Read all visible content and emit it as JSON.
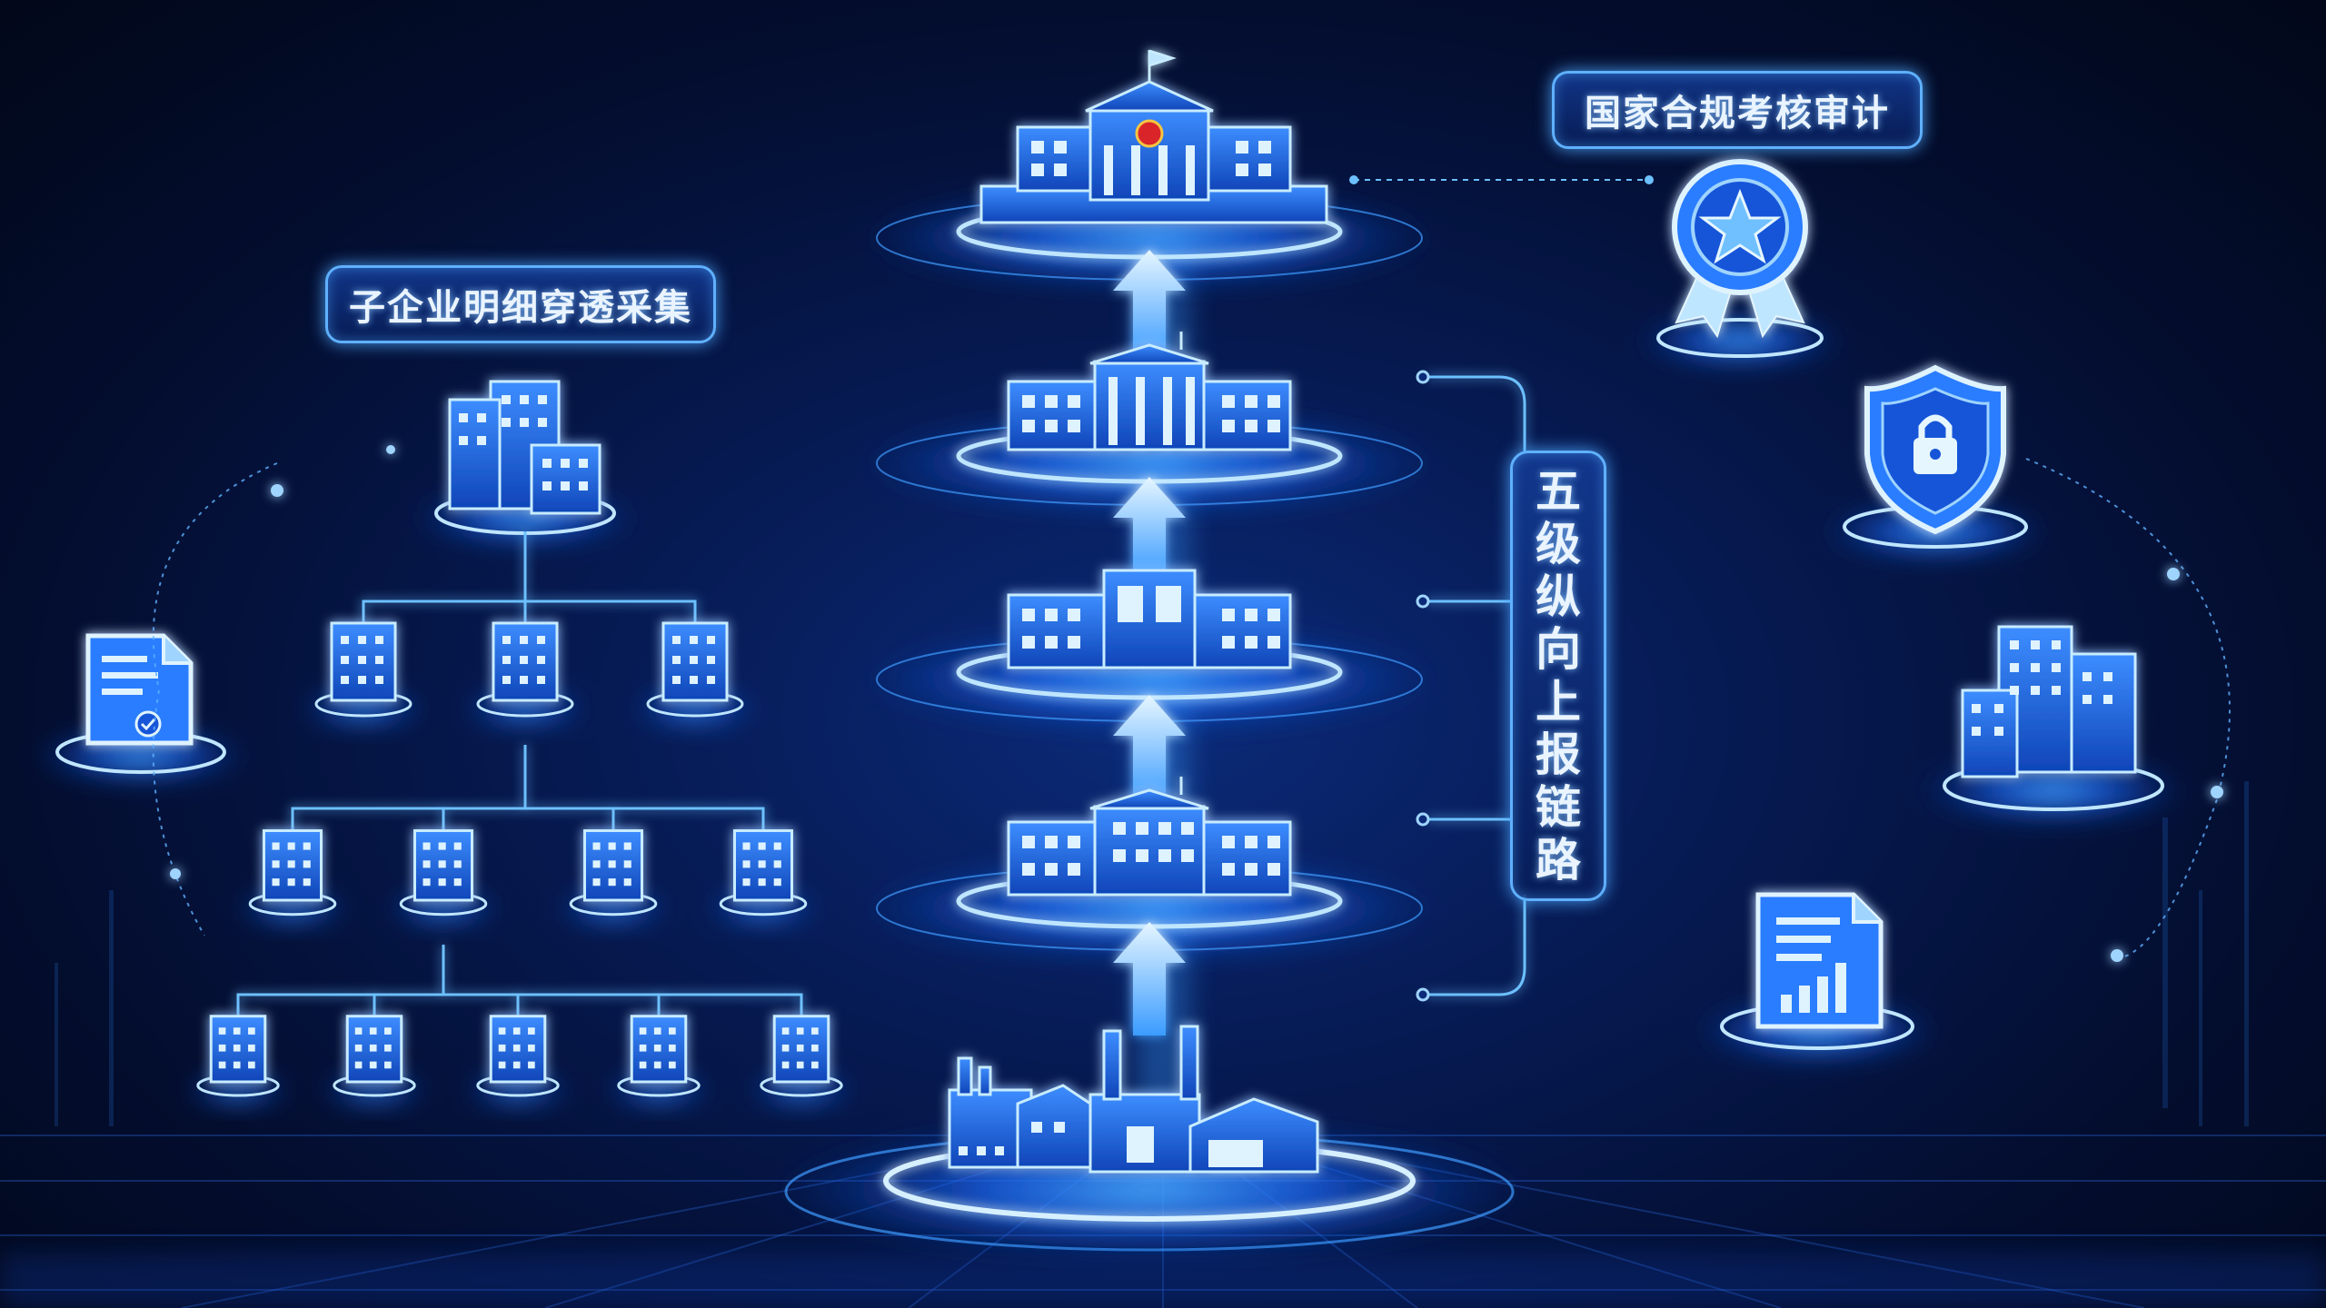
{
  "labels": {
    "subsidiary_collection": "子企业明细穿透采集",
    "national_audit": "国家合规考核审计",
    "five_level_chain": [
      "五",
      "级",
      "纵",
      "向",
      "上",
      "报",
      "链",
      "路"
    ]
  },
  "colors": {
    "background_dark": "#020819",
    "background_mid": "#061a52",
    "glow_primary": "#2f8cff",
    "glow_light": "#9fd4ff",
    "building_fill": "#1b5fd6",
    "building_stroke": "#b8e2ff",
    "emblem_red": "#d9252a",
    "emblem_gold": "#f4c542"
  },
  "icons": {
    "hierarchy_levels": [
      "government-building-icon",
      "office-building-icon",
      "office-building-icon",
      "office-building-icon",
      "factory-icon"
    ],
    "right_side": [
      "award-medal-icon",
      "security-shield-lock-icon",
      "enterprise-buildings-icon",
      "report-chart-icon"
    ],
    "left_side": [
      "document-check-icon",
      "enterprise-buildings-icon"
    ]
  }
}
